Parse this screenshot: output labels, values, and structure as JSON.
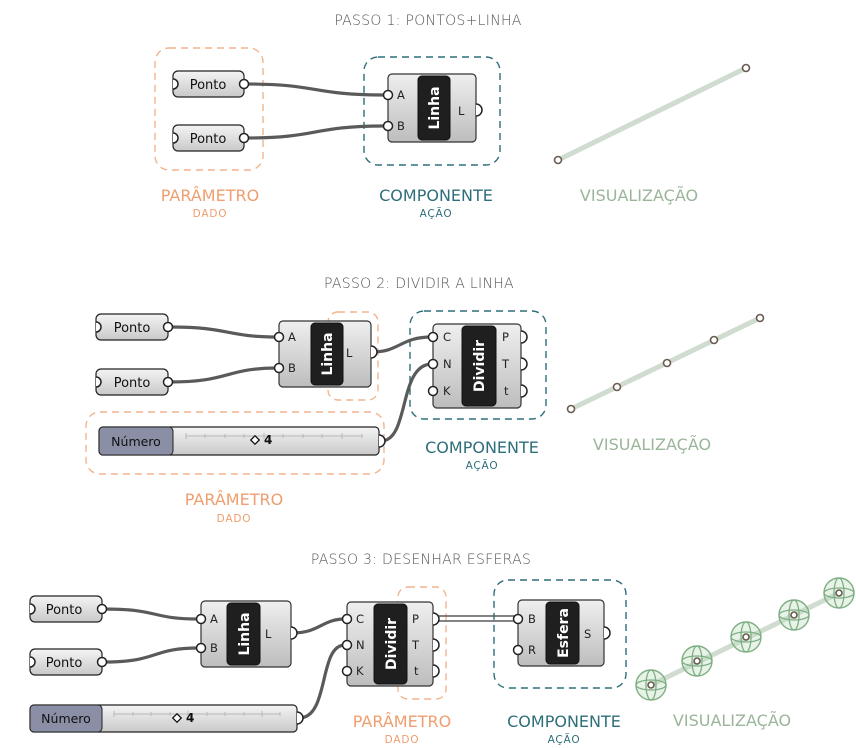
{
  "steps": [
    {
      "title": "PASSO 1: PONTOS+LINHA"
    },
    {
      "title": "PASSO 2: DIVIDIR A LINHA"
    },
    {
      "title": "PASSO 3: DESENHAR ESFERAS"
    }
  ],
  "labels": {
    "parametro": "PARÂMETRO",
    "dado": "DADO",
    "componente": "COMPONENTE",
    "acao": "AÇÃO",
    "visualizacao": "VISUALIZAÇÃO"
  },
  "nodes": {
    "ponto": "Ponto",
    "numero": "Número",
    "slider_value": "4",
    "linha": {
      "name": "Linha",
      "inputs": [
        "A",
        "B"
      ],
      "outputs": [
        "L"
      ]
    },
    "dividir": {
      "name": "Dividir",
      "inputs": [
        "C",
        "N",
        "K"
      ],
      "outputs": [
        "P",
        "T",
        "t"
      ]
    },
    "esfera": {
      "name": "Esfera",
      "inputs": [
        "B",
        "R"
      ],
      "outputs": [
        "S"
      ]
    }
  },
  "colors": {
    "parametro": "#ef9e6f",
    "componente": "#2e6f7a",
    "visualizacao": "#9ab59a"
  }
}
